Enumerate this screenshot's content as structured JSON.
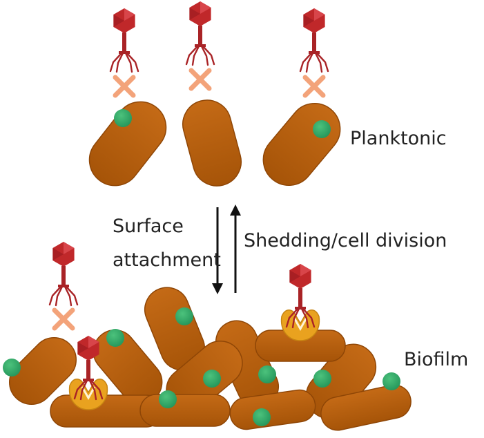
{
  "labels": {
    "planktonic": "Planktonic",
    "surface_line1": "Surface",
    "surface_line2": "attachment",
    "shedding": "Shedding/cell division",
    "biofilm": "Biofilm"
  },
  "colors": {
    "bacterium": "#b85f10",
    "bacterium_shade": "#8f4606",
    "receptor": "#2fa862",
    "phage": "#c0282a",
    "phage_head_light": "#d8454a",
    "block_x": "#f3a37a",
    "binding_protein": "#e9a21f",
    "arrow": "#111111"
  },
  "icons": [
    "phage-icon",
    "block-x-icon",
    "receptor-icon",
    "binding-protein-icon",
    "bacterium-cell-icon"
  ]
}
